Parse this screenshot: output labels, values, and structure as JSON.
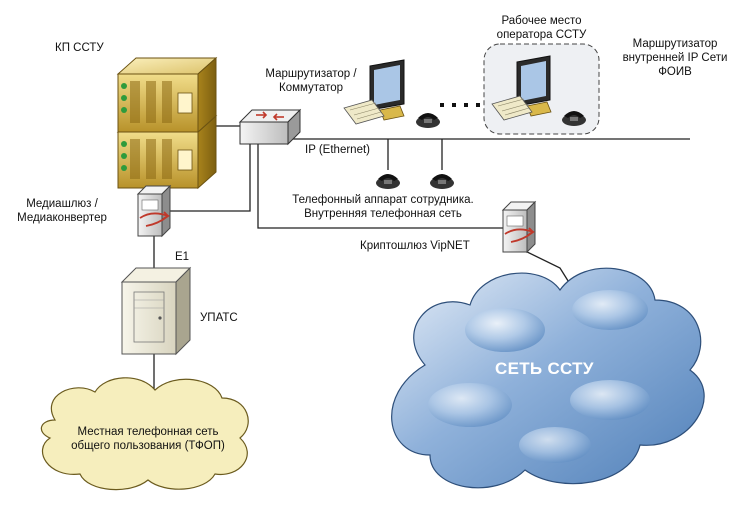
{
  "labels": {
    "kp_sstu": "КП ССТУ",
    "router_switch_1": "Маршрутизатор /",
    "router_switch_2": "Коммутатор",
    "operator_1": "Рабочее место",
    "operator_2": "оператора ССТУ",
    "foiv_router_1": "Маршрутизатор",
    "foiv_router_2": "внутренней IP Сети",
    "foiv_router_3": "ФОИВ",
    "ip_ethernet": "IP (Ethernet)",
    "phone_1": "Телефонный аппарат сотрудника.",
    "phone_2": "Внутренняя телефонная сеть",
    "media_1": "Медиашлюз /",
    "media_2": "Медиаконвертер",
    "e1": "E1",
    "crypto": "Криптошлюз VipNET",
    "upats": "УПАТС",
    "sstu_network": "СЕТЬ ССТУ",
    "pstn_1": "Местная телефонная сеть",
    "pstn_2": "общего пользования (ТФОП)"
  },
  "colors": {
    "server_gold": "#d9b84a",
    "cloud_blue": "#7fa6d4",
    "cloud_light": "#e3ebf5",
    "pstn_cloud": "#f6eebd",
    "line": "#222222",
    "monitor_frame": "#2a2a2a",
    "screen": "#aac6e6"
  }
}
